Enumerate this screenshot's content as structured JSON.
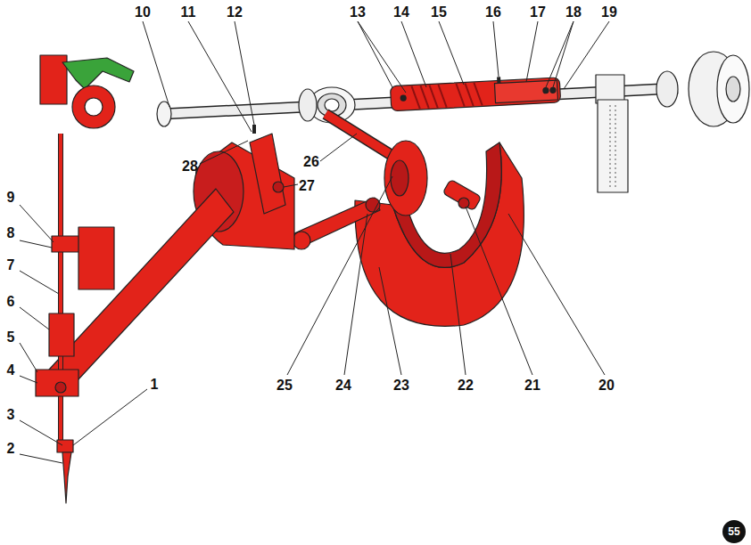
{
  "diagram": {
    "nodes": [
      {
        "text": [
          "55"
        ]
      }
    ],
    "labels": [
      "10",
      "11",
      "12",
      "13",
      "14",
      "15",
      "16",
      "17",
      "18",
      "19",
      "9",
      "8",
      "7",
      "6",
      "5",
      "4",
      "3",
      "2",
      "1",
      "28",
      "27",
      "26",
      "25",
      "24",
      "23",
      "22",
      "21",
      "20"
    ]
  }
}
